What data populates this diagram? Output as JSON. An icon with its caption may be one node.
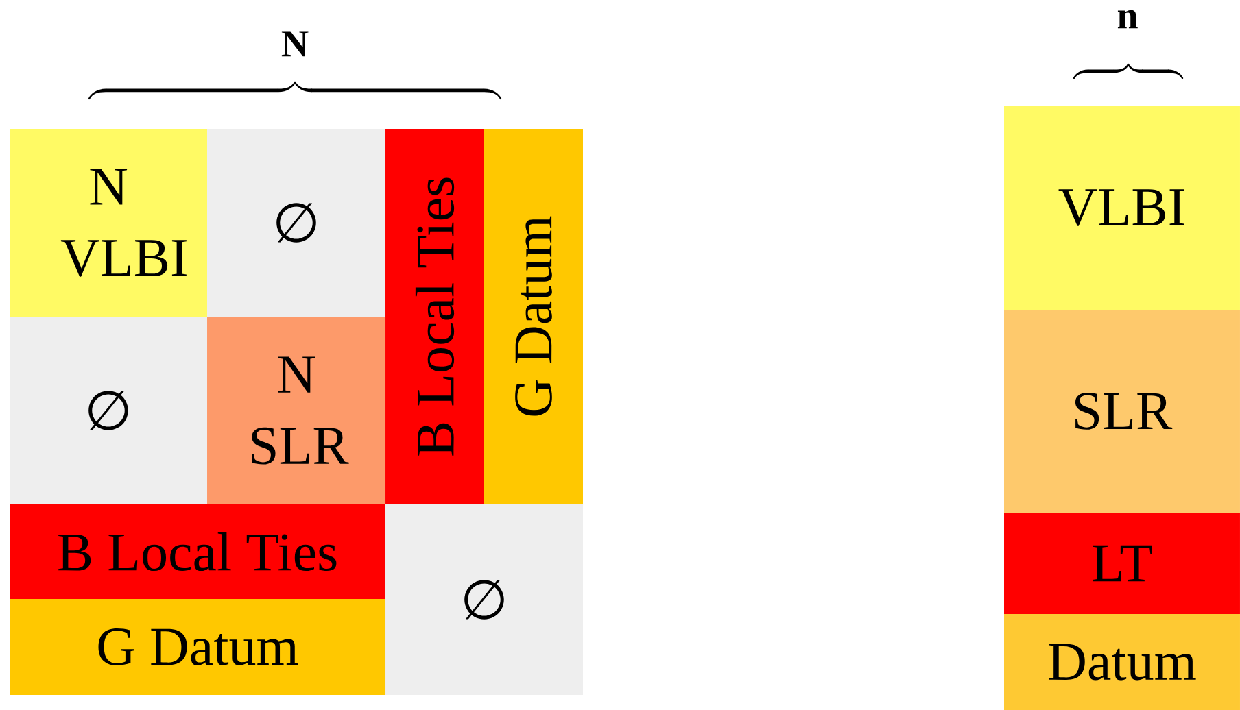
{
  "diagram": {
    "nodes": [
      {
        "text": [
          "N VLBI"
        ]
      },
      {
        "text": [
          "∅"
        ]
      },
      {
        "text": [
          "B Local Ties"
        ]
      },
      {
        "text": [
          "G Datum"
        ]
      },
      {
        "text": [
          "∅"
        ]
      },
      {
        "text": [
          "N SLR"
        ]
      },
      {
        "text": [
          "B Local Ties"
        ]
      },
      {
        "text": [
          "∅"
        ]
      },
      {
        "text": [
          "G Datum"
        ]
      },
      {
        "text": [
          "VLBI"
        ]
      },
      {
        "text": [
          "SLR"
        ]
      },
      {
        "text": [
          "LT"
        ]
      },
      {
        "text": [
          "Datum"
        ]
      }
    ],
    "labels": [
      "N",
      "n"
    ]
  }
}
